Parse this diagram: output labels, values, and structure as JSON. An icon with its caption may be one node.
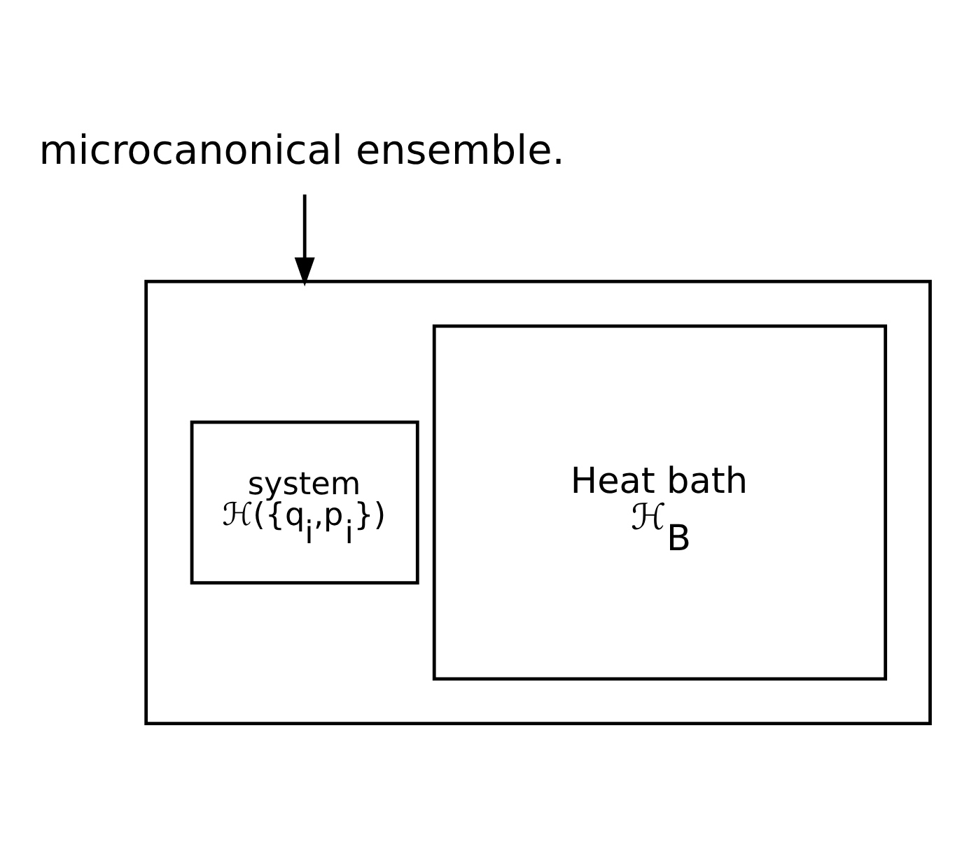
{
  "diagram": {
    "nodes": [
      {
        "text": [
          "microcanonical ensemble."
        ]
      },
      {
        "text": [],
        "shape": "box"
      },
      {
        "text": [
          "system",
          "ℋ({q$_{i}$,p$_{i}$})"
        ],
        "in": 1
      },
      {
        "text": [
          "Heat bath",
          "ℋ$_{B}$"
        ],
        "in": 1
      }
    ],
    "edges": [
      {
        "from": 0,
        "to": 1,
        "arrow": "to"
      }
    ]
  }
}
